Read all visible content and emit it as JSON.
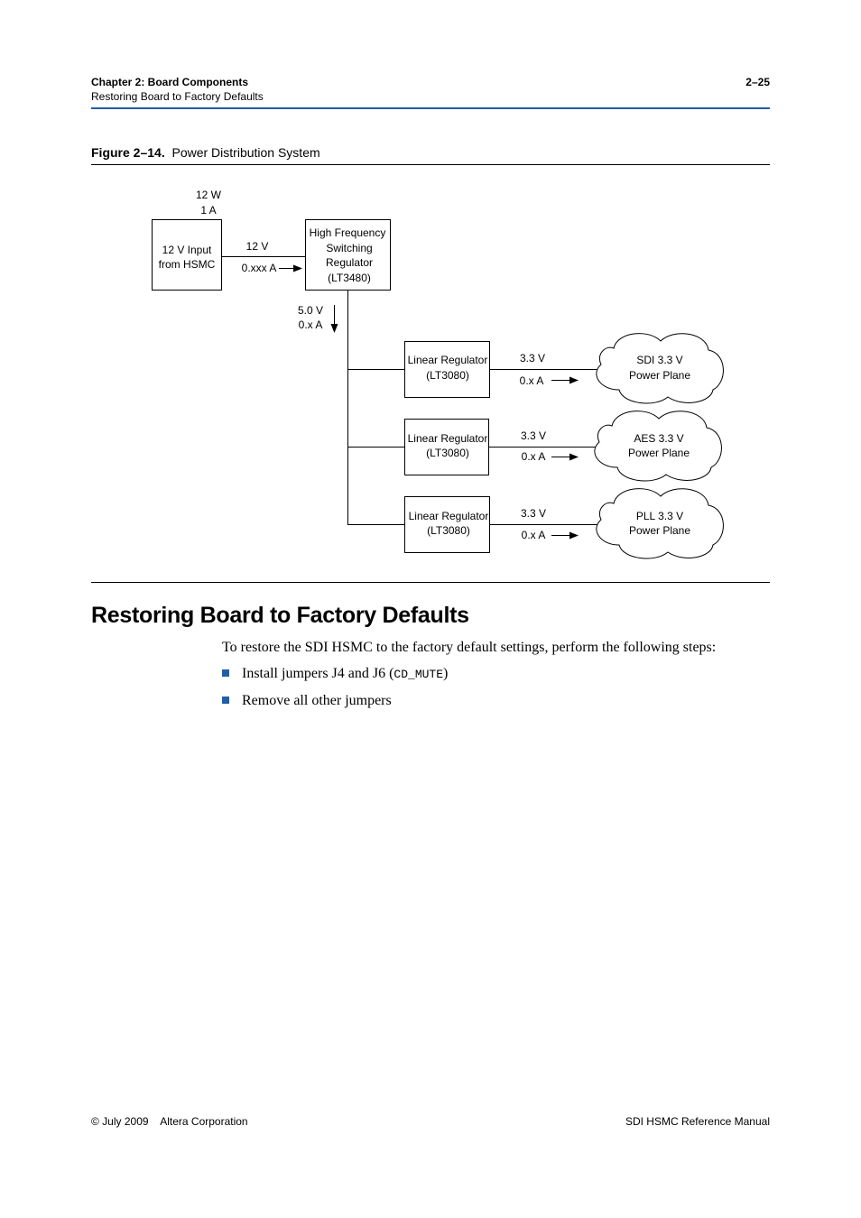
{
  "header": {
    "chapter": "Chapter 2:  Board Components",
    "section": "Restoring Board to Factory Defaults",
    "page_number": "2–25"
  },
  "figure": {
    "label": "Figure 2–14.",
    "title": "Power Distribution System"
  },
  "diagram": {
    "input_power": [
      "12 W",
      "1 A"
    ],
    "input_box": [
      "12 V Input",
      "from HSMC"
    ],
    "input_link": [
      "12 V",
      "0.xxx A"
    ],
    "switching_box": [
      "High Frequency",
      "Switching",
      "Regulator",
      "(LT3480)"
    ],
    "bus_link": [
      "5.0 V",
      "0.x A"
    ],
    "branches": [
      {
        "regulator": [
          "Linear Regulator",
          "(LT3080)"
        ],
        "link": [
          "3.3 V",
          "0.x A"
        ],
        "plane": [
          "SDI 3.3 V",
          "Power Plane"
        ]
      },
      {
        "regulator": [
          "Linear Regulator",
          "(LT3080)"
        ],
        "link": [
          "3.3 V",
          "0.x A"
        ],
        "plane": [
          "AES 3.3 V",
          "Power Plane"
        ]
      },
      {
        "regulator": [
          "Linear Regulator",
          "(LT3080)"
        ],
        "link": [
          "3.3 V",
          "0.x A"
        ],
        "plane": [
          "PLL 3.3 V",
          "Power Plane"
        ]
      }
    ]
  },
  "section": {
    "title": "Restoring Board to Factory Defaults",
    "intro": "To restore the SDI HSMC to the factory default settings, perform the following steps:",
    "bullets": [
      {
        "text_before": "Install jumpers J4 and J6 (",
        "code": "CD_MUTE",
        "text_after": ")"
      },
      {
        "text_before": "Remove all other jumpers",
        "code": "",
        "text_after": ""
      }
    ]
  },
  "footer": {
    "left": "© July 2009    Altera Corporation",
    "right": "SDI HSMC Reference Manual"
  },
  "colors": {
    "accent": "#1f5fa8"
  }
}
